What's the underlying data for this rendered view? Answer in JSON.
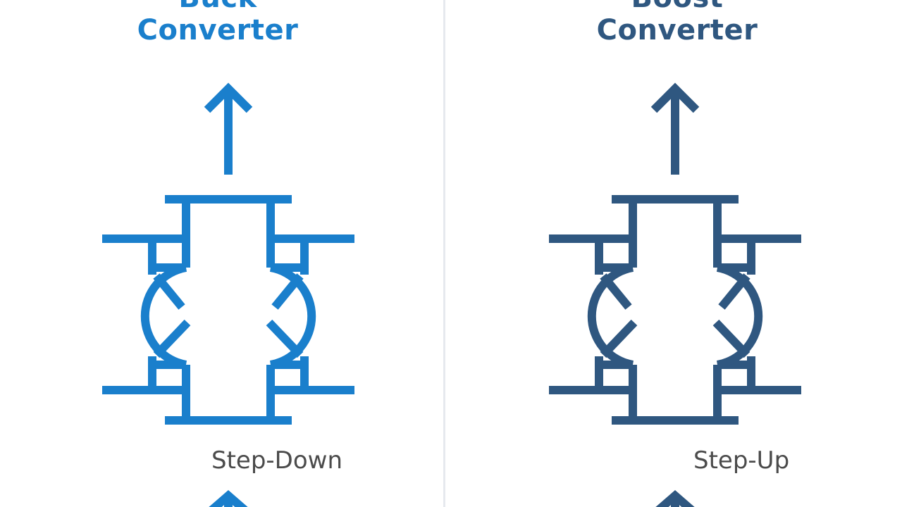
{
  "colors": {
    "buck": "#1a7fcc",
    "boost": "#2f5780",
    "subtitle": "#4b4b4b",
    "divider": "#e6e9ee"
  },
  "buck": {
    "title_line1": "Buck",
    "title_line2": "Converter",
    "subtitle": "Step-Down"
  },
  "boost": {
    "title_line1": "Boost",
    "title_line2": "Converter",
    "subtitle": "Step-Up"
  },
  "icons": [
    "arrow-up-icon",
    "converter-symbol-icon",
    "arrow-down-icon"
  ]
}
